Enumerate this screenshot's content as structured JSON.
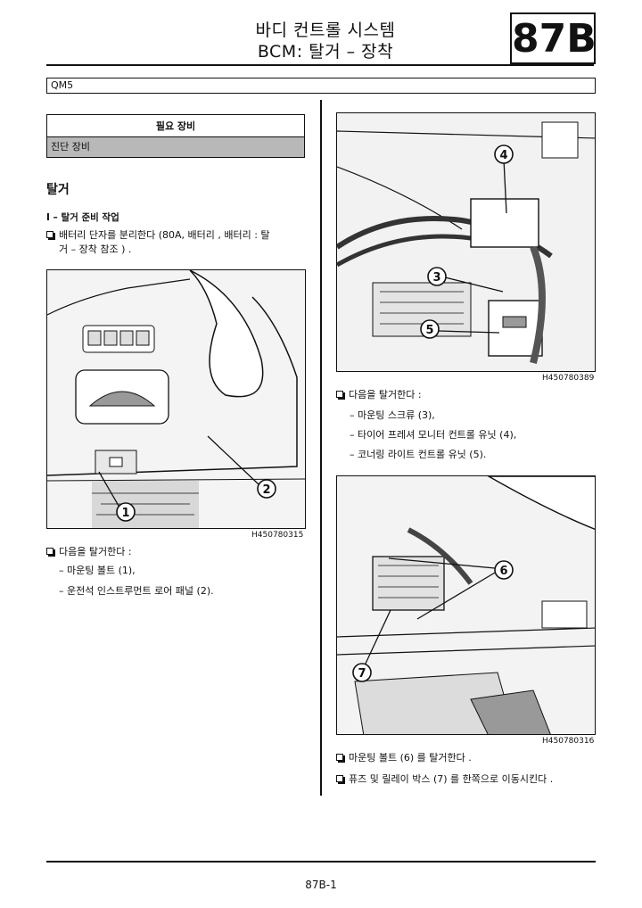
{
  "header": {
    "title_line1": "바디 컨트롤 시스템",
    "title_line2": "BCM: 탈거 – 장착",
    "section_code": "87B"
  },
  "vehicle": "QM5",
  "equipment": {
    "header": "필요 장비",
    "item": "진단 장비"
  },
  "removal": {
    "title": "탈거",
    "step_one_title": "I – 탈거 준비 작업",
    "disconnect_line1": "배터리 단자를 분리한다 (80A, 배터리 , 배터리 : 탈",
    "disconnect_line2": "거 – 장착 참조 ) .",
    "remove_lead_left": "다음을 탈거한다 :",
    "left_items": [
      "– 마운팅 볼트 (1),",
      "– 운전석 인스트루먼트 로어 패널 (2)."
    ],
    "remove_lead_right": "다음을 탈거한다 :",
    "right_items": [
      "– 마운팅 스크류 (3),",
      "– 타이어 프레셔 모니터 컨트롤 유닛 (4),",
      "– 코너링 라이트 컨트롤 유닛 (5)."
    ],
    "bolt_step": "마운팅 볼트 (6) 를 탈거한다 .",
    "fuse_step": "퓨즈 및 릴레이 박스 (7) 를 한쪽으로 이동시킨다 ."
  },
  "figures": {
    "fig1_code": "H450780315",
    "fig2_code": "H450780389",
    "fig3_code": "H450780316",
    "fig1_callouts": [
      "1",
      "2"
    ],
    "fig2_callouts": [
      "4",
      "3",
      "5"
    ],
    "fig3_callouts": [
      "6",
      "7"
    ]
  },
  "footer": {
    "page": "87B-1"
  }
}
